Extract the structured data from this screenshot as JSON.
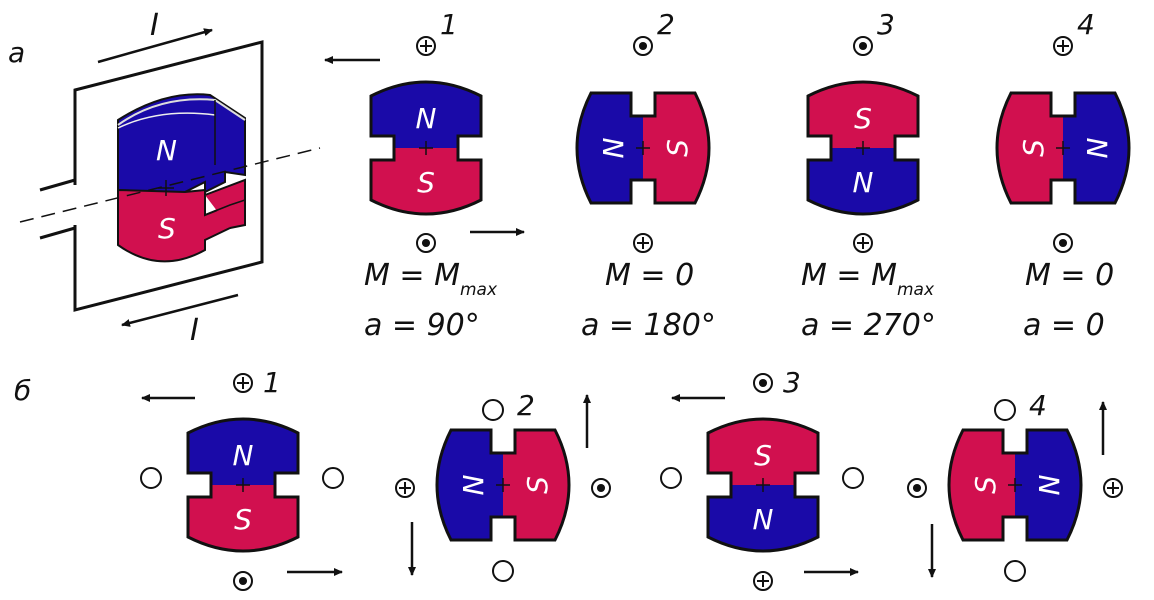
{
  "colors": {
    "north": "#1a0aa8",
    "south": "#d1104f",
    "outline": "#111111",
    "frame": "#111111"
  },
  "labels": {
    "part_a": "a",
    "part_b": "б",
    "current": "I",
    "north": "N",
    "south": "S",
    "symbol_out": "dot-in-circle",
    "symbol_in": "plus-in-circle",
    "symbol_neutral": "empty-circle"
  },
  "part_a": {
    "positions": [
      {
        "num": "1",
        "top_symbol": "plus",
        "bottom_symbol": "dot",
        "top_pole": "N",
        "moment": "M = M",
        "moment_sub": "max",
        "angle": "a = 90°"
      },
      {
        "num": "2",
        "top_symbol": "dot",
        "bottom_symbol": "plus",
        "left_pole": "N",
        "moment": "M = 0",
        "moment_sub": "",
        "angle": "a = 180°"
      },
      {
        "num": "3",
        "top_symbol": "dot",
        "bottom_symbol": "plus",
        "top_pole": "S",
        "moment": "M = M",
        "moment_sub": "max",
        "angle": "a = 270°"
      },
      {
        "num": "4",
        "top_symbol": "plus",
        "bottom_symbol": "dot",
        "left_pole": "S",
        "moment": "M = 0",
        "moment_sub": "",
        "angle": "a = 0"
      }
    ]
  },
  "part_b": {
    "positions": [
      {
        "num": "1",
        "top_symbol": "plus",
        "bottom_symbol": "dot",
        "side_symbols": "empty",
        "top_pole": "N"
      },
      {
        "num": "2",
        "top_symbol": "empty",
        "bottom_symbol": "empty",
        "left_symbol": "plus",
        "right_symbol": "dot",
        "left_pole": "N"
      },
      {
        "num": "3",
        "top_symbol": "dot",
        "bottom_symbol": "plus",
        "side_symbols": "empty",
        "top_pole": "S"
      },
      {
        "num": "4",
        "top_symbol": "empty",
        "bottom_symbol": "empty",
        "left_symbol": "dot",
        "right_symbol": "plus",
        "left_pole": "S"
      }
    ]
  }
}
